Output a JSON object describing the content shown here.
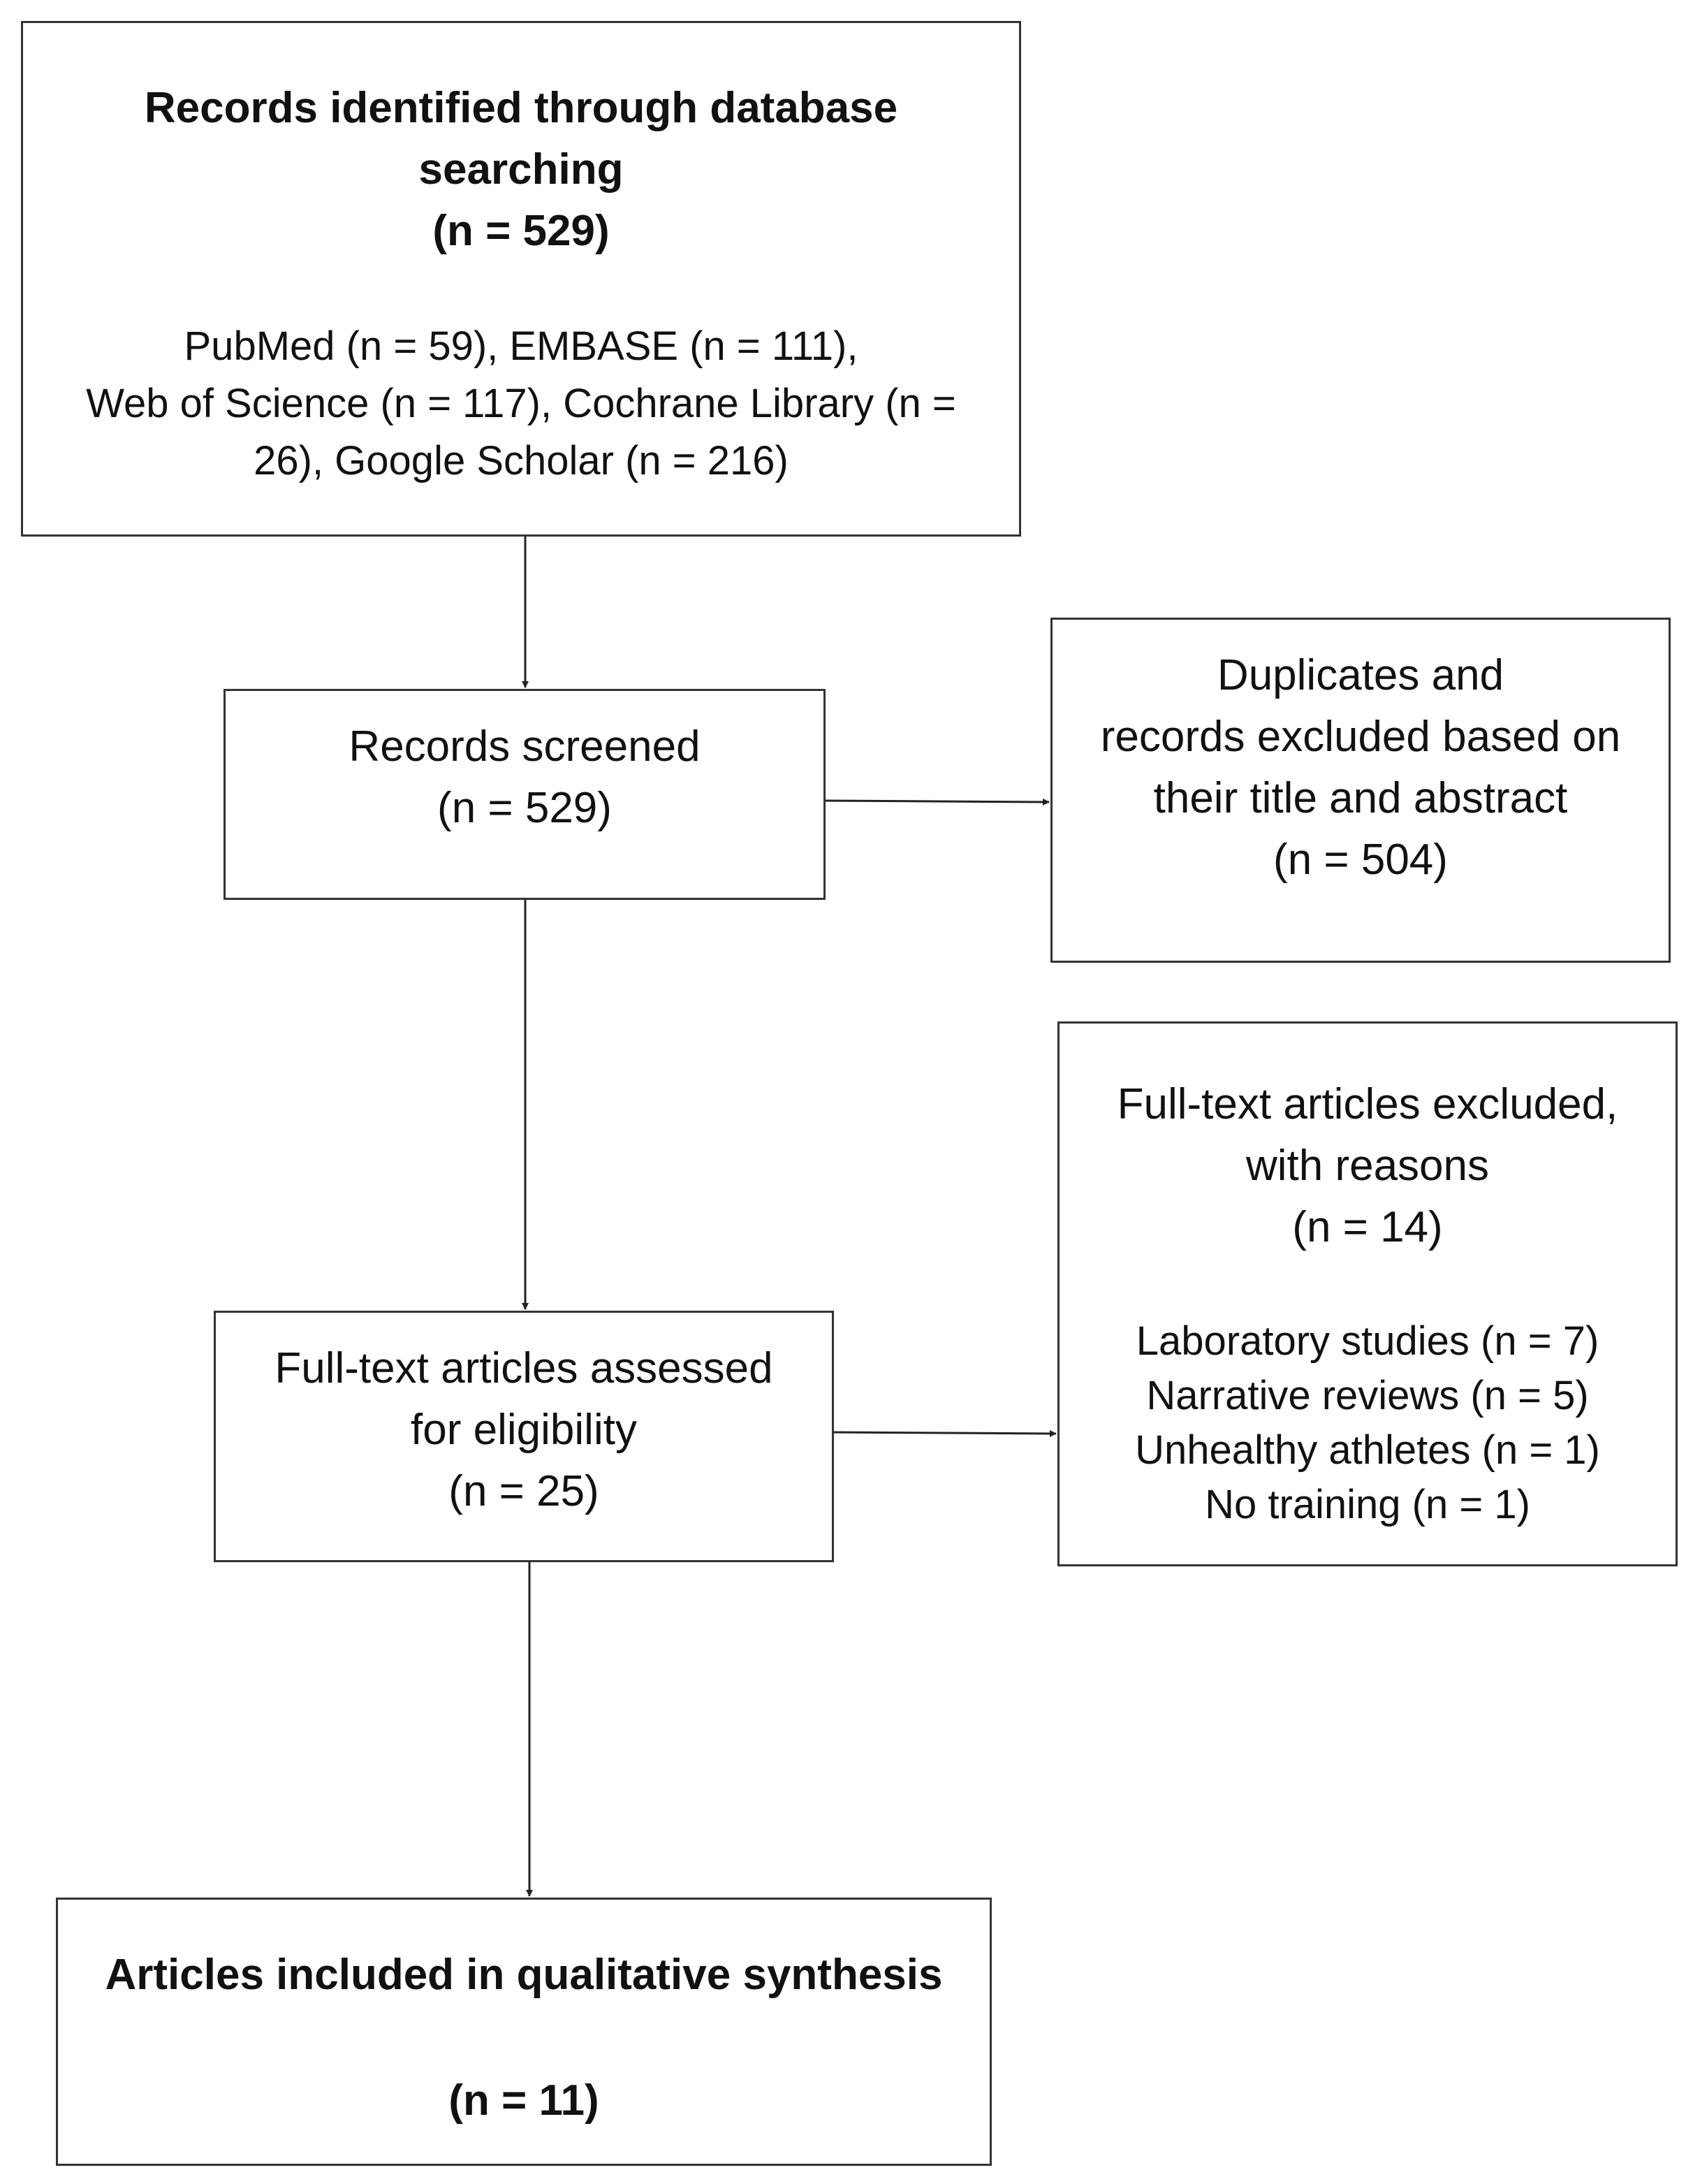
{
  "identified": {
    "title_line1": "Records identified through database",
    "title_line2": "searching",
    "count": "(n = 529)",
    "sources_line1": "PubMed (n = 59), EMBASE (n = 111),",
    "sources_line2": "Web of Science (n = 117), Cochrane Library (n =",
    "sources_line3": "26), Google Scholar (n = 216)"
  },
  "screened": {
    "title": "Records screened",
    "count": "(n = 529)"
  },
  "duplicates": {
    "line1": "Duplicates and",
    "line2": "records excluded based on",
    "line3": "their title and abstract",
    "count": "(n = 504)"
  },
  "fulltext": {
    "line1": "Full-text articles assessed",
    "line2": "for eligibility",
    "count": "(n = 25)"
  },
  "excluded": {
    "line1": "Full-text articles excluded,",
    "line2": "with reasons",
    "count": "(n = 14)",
    "reasons": [
      "Laboratory studies (n = 7)",
      "Narrative reviews (n = 5)",
      "Unhealthy athletes (n = 1)",
      "No training (n = 1)"
    ]
  },
  "included": {
    "title": "Articles included in qualitative synthesis",
    "count": "(n = 11)"
  }
}
